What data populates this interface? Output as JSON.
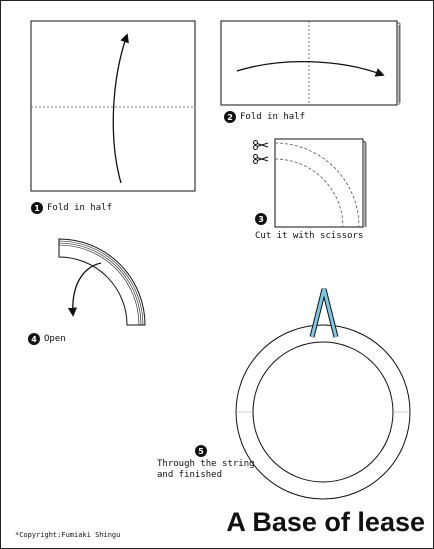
{
  "steps": [
    {
      "number": "1",
      "label": "Fold in half"
    },
    {
      "number": "2",
      "label": "Fold in half"
    },
    {
      "number": "3",
      "label": "Cut it with scissors"
    },
    {
      "number": "4",
      "label": "Open"
    },
    {
      "number": "5",
      "label_line1": "Through the string",
      "label_line2": "and finished"
    }
  ],
  "copyright": "*Copyright:Fumiaki Shingu",
  "title": "A Base of lease",
  "colors": {
    "string": "#7ec8e3",
    "lines": "#111111"
  },
  "icons": [
    "scissors-icon",
    "scissors-icon"
  ]
}
